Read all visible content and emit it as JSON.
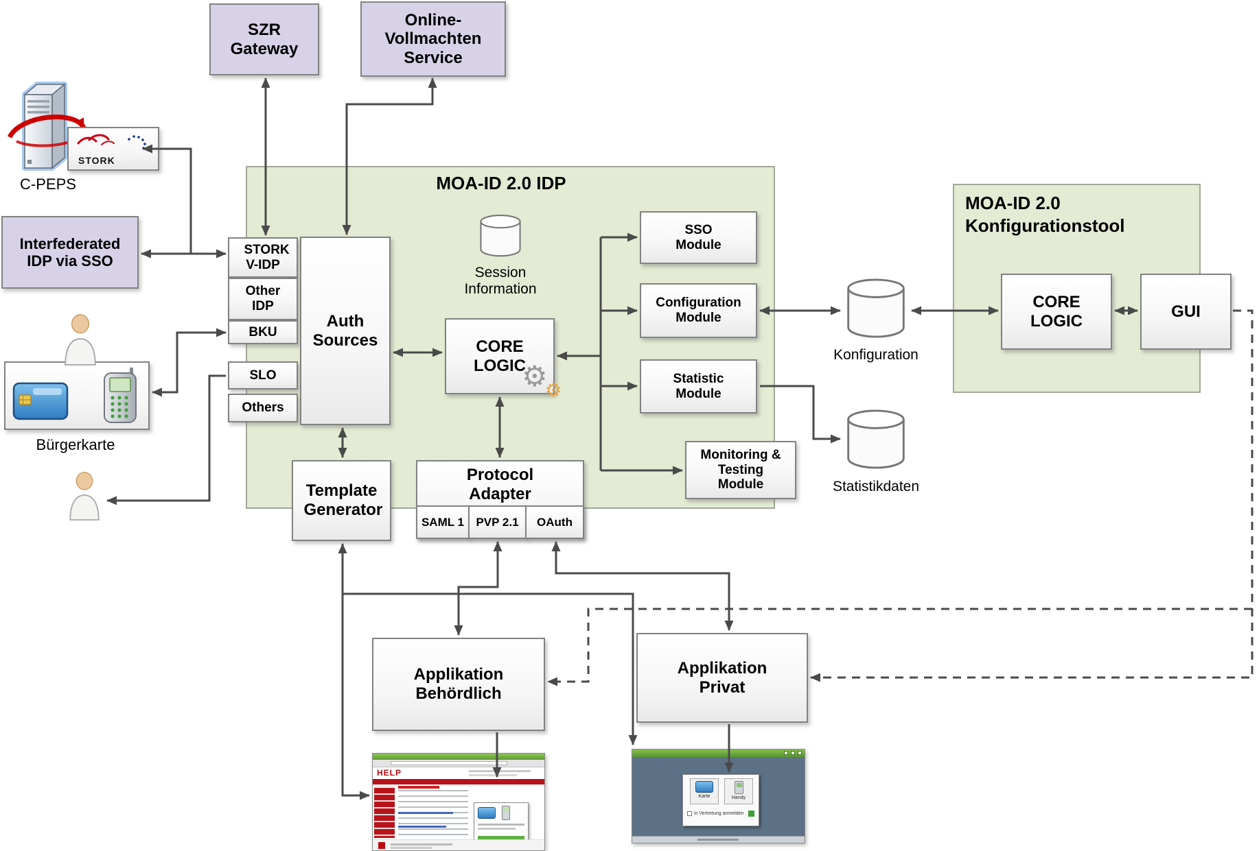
{
  "top_boxes": {
    "szr_gateway": "SZR Gateway",
    "online_vollmachten": "Online-Vollmachten Service"
  },
  "left": {
    "cpeps": "C-PEPS",
    "stork_logo": "STORK",
    "interfederated_idp": "Interfederated IDP via SSO",
    "buergerkarte": "Bürgerkarte"
  },
  "idp": {
    "title": "MOA-ID 2.0 IDP",
    "auth_stack": [
      "STORK V-IDP",
      "Other IDP",
      "BKU"
    ],
    "slo": "SLO",
    "others": "Others",
    "auth_sources": "Auth Sources",
    "session_information": "Session Information",
    "core_logic": "CORE LOGIC",
    "modules": [
      "SSO Module",
      "Configuration Module",
      "Statistic Module",
      "Monitoring & Testing Module"
    ],
    "template_generator": "Template Generator",
    "protocol_adapter": "Protocol Adapter",
    "protocols": [
      "SAML 1",
      "PVP 2.1",
      "OAuth"
    ]
  },
  "konfigtool": {
    "title": "MOA-ID 2.0 Konfigurationstool",
    "core_logic": "CORE LOGIC",
    "gui": "GUI"
  },
  "datastores": {
    "konfiguration": "Konfiguration",
    "statistikdaten": "Statistikdaten"
  },
  "applications": {
    "behoerdlich": "Applikation Behördlich",
    "privat": "Applikation Privat"
  },
  "screenshots": {
    "help": {
      "brand": "HELP"
    },
    "bku": {
      "karte": "Karte",
      "handy": "Handy",
      "checkbox_label": "in Vertretung anmelden"
    }
  },
  "colors": {
    "panel_green": "#e3ebd4",
    "lavender": "#d8d2e8",
    "arrow": "#4a4a4a",
    "red_accent": "#c00a12"
  }
}
